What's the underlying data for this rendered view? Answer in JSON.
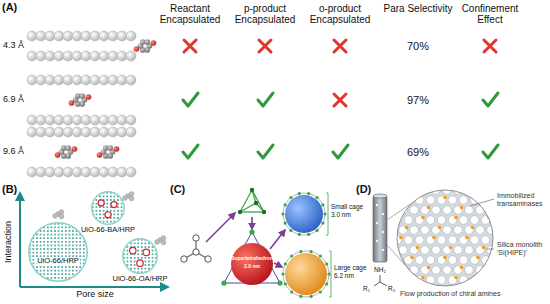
{
  "diagram": {
    "nodes": [
      {
        "text": [
          "UiO-66-BA/HRP"
        ]
      },
      {
        "text": [
          "UiO-66-OA/HRP"
        ]
      },
      {
        "text": [
          "UiO-66/HRP"
        ]
      }
    ],
    "labels": [
      "(A)",
      "Reactant Encapsulated",
      "p-product Encapsulated",
      "o-product Encapsulated",
      "Para Selectivity",
      "Confinement Effect",
      "4.3 Å",
      "70%",
      "6.9 Å",
      "97%",
      "9.6 Å",
      "69%",
      "(B)",
      "Interaction",
      "Pore size",
      "(C)",
      "Supertetrahedron",
      "2.0 nm",
      "Small cage",
      "3.0 nm",
      "Large cage",
      "6.2 nm",
      "(D)",
      "Immobilized transaminases",
      "Silica monolith 'Si(HIPE)'",
      "Flow production of chiral amines",
      "NH₂",
      "R₁",
      "R₂"
    ]
  }
}
